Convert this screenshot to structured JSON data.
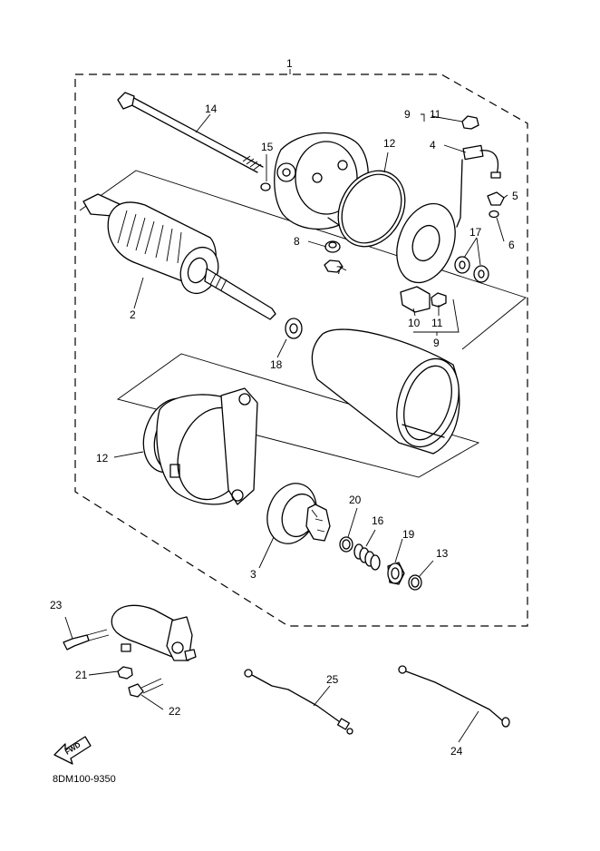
{
  "callouts": {
    "c1": "1",
    "c2": "2",
    "c3": "3",
    "c4": "4",
    "c5": "5",
    "c6": "6",
    "c7": "7",
    "c8": "8",
    "c9_top": "9",
    "c11_top": "11",
    "c9_bottom": "9",
    "c10": "10",
    "c11_bottom": "11",
    "c12_top": "12",
    "c12_left": "12",
    "c13": "13",
    "c14": "14",
    "c15": "15",
    "c16": "16",
    "c17": "17",
    "c18": "18",
    "c19": "19",
    "c20": "20",
    "c21": "21",
    "c22": "22",
    "c23": "23",
    "c24": "24",
    "c25": "25"
  },
  "fwd_label": "FWD",
  "diagram_code": "8DM100-9350"
}
